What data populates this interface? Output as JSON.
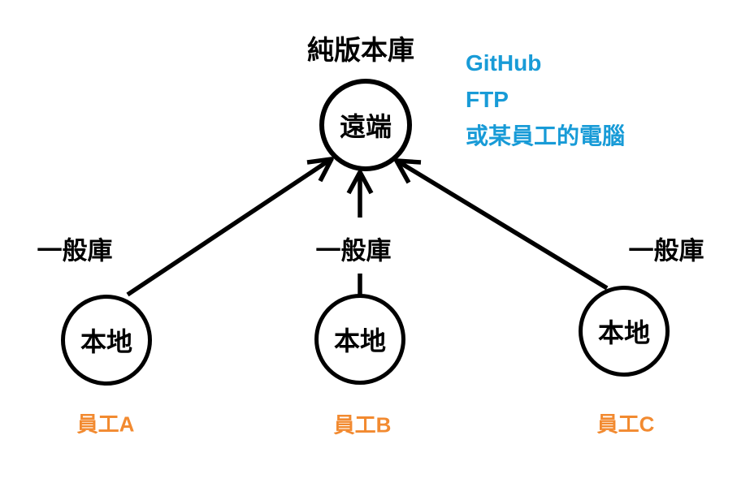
{
  "diagram": {
    "title": "純版本庫",
    "remote_node": {
      "label": "遠端"
    },
    "remote_examples": {
      "line1": "GitHub",
      "line2": "FTP",
      "line3": "或某員工的電腦"
    },
    "local_nodes": [
      {
        "label": "本地",
        "repo_type_label": "一般庫",
        "owner_label": "員工A"
      },
      {
        "label": "本地",
        "repo_type_label": "一般庫",
        "owner_label": "員工B"
      },
      {
        "label": "本地",
        "repo_type_label": "一般庫",
        "owner_label": "員工C"
      }
    ],
    "colors": {
      "stroke": "#000000",
      "accent_blue": "#189BD7",
      "accent_orange": "#F28A30"
    }
  }
}
